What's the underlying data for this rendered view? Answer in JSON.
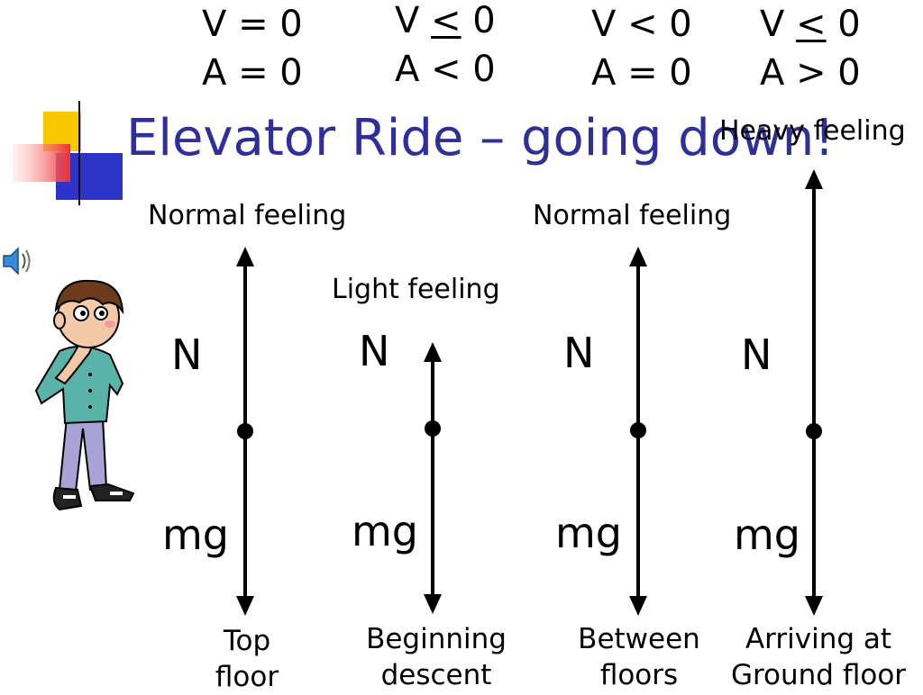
{
  "title": "Elevator Ride – going down!",
  "states": [
    {
      "v": "V = 0",
      "v_op": "",
      "v_rest": "",
      "a": "A = 0",
      "feeling": "Normal feeling",
      "n_label": "N",
      "mg_label": "mg",
      "caption": [
        "Top",
        "floor"
      ]
    },
    {
      "v": "V ",
      "v_op": "<",
      "v_rest": " 0",
      "a": "A < 0",
      "feeling": "Light feeling",
      "n_label": "N",
      "mg_label": "mg",
      "caption": [
        "Beginning",
        "descent"
      ]
    },
    {
      "v": "V < 0",
      "v_op": "",
      "v_rest": "",
      "a": "A = 0",
      "feeling": "Normal feeling",
      "n_label": "N",
      "mg_label": "mg",
      "caption": [
        "Between",
        "floors"
      ]
    },
    {
      "v": "V ",
      "v_op": "<",
      "v_rest": " 0",
      "a": "A > 0",
      "feeling": "Heavy feeling",
      "n_label": "N",
      "mg_label": "mg",
      "caption": [
        "Arriving at",
        "Ground floor"
      ]
    }
  ],
  "icons": [
    "speaker-icon",
    "thinking-boy-icon",
    "slide-decoration-icon"
  ],
  "colors": {
    "title": "#2e2f9a",
    "accent_yellow": "#f8c800",
    "accent_blue": "#2b33c8",
    "accent_red": "#f04040"
  }
}
